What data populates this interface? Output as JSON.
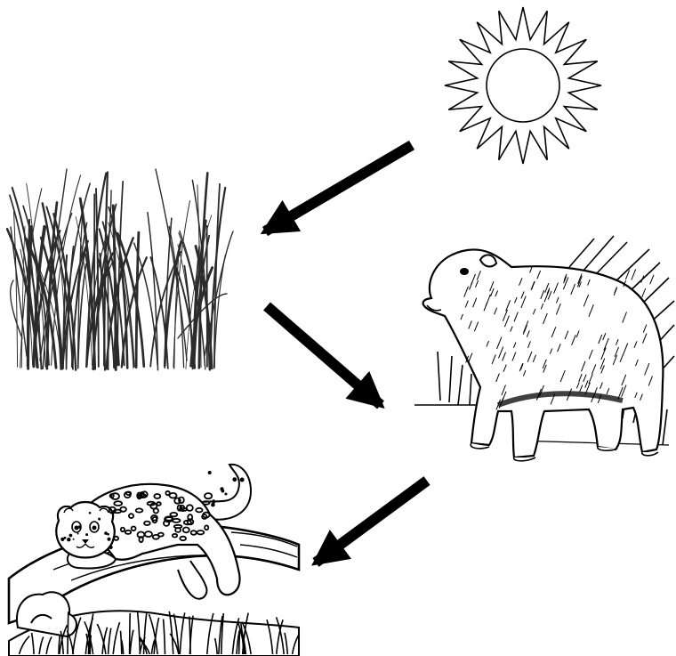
{
  "diagram": {
    "type": "food-chain",
    "nodes": [
      {
        "id": "sun",
        "icon": "sun-icon"
      },
      {
        "id": "grass",
        "icon": "grass-icon"
      },
      {
        "id": "capybara",
        "icon": "capybara-icon"
      },
      {
        "id": "jaguar",
        "icon": "jaguar-icon"
      }
    ],
    "edges": [
      {
        "from": "sun",
        "to": "grass"
      },
      {
        "from": "grass",
        "to": "capybara"
      },
      {
        "from": "capybara",
        "to": "jaguar"
      }
    ],
    "colors": {
      "ink": "#000000",
      "background": "#ffffff"
    }
  }
}
